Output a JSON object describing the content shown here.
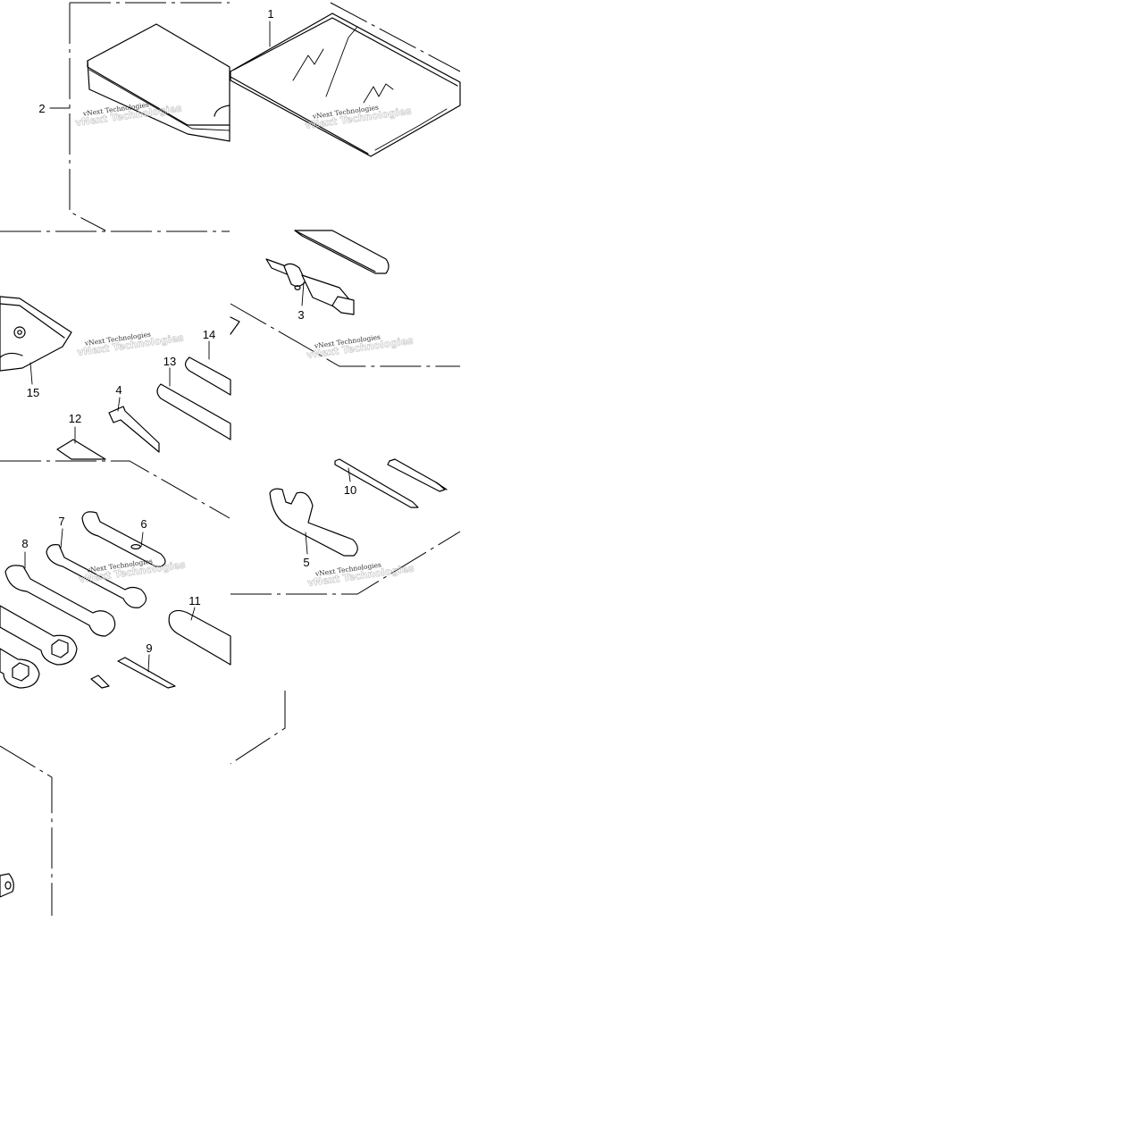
{
  "callouts": [
    "1",
    "2",
    "3",
    "4",
    "5",
    "6",
    "7",
    "8",
    "9",
    "10",
    "11",
    "12",
    "13",
    "14",
    "15"
  ],
  "watermark": "vNext Technologies"
}
